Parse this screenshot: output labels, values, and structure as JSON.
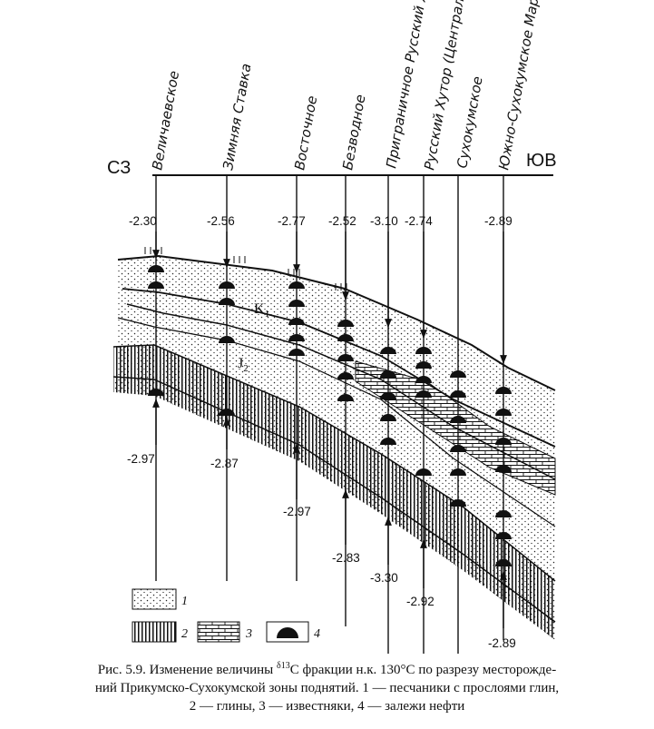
{
  "direction": {
    "left": "СЗ",
    "right": "ЮВ"
  },
  "wells": [
    {
      "name": "Величаевское",
      "upper": "-2.30",
      "lower": "-2.97"
    },
    {
      "name": "Зимняя Ставка",
      "upper": "-2.56",
      "lower": "-2.87"
    },
    {
      "name": "Восточное",
      "upper": "-2.77",
      "lower": "-2.97"
    },
    {
      "name": "Безводное",
      "upper": "-2.52",
      "lower": "-2.83"
    },
    {
      "name": "Приграничное Русский Хутор (Северный)",
      "upper": "-3.10",
      "lower": "-3.30"
    },
    {
      "name": "Русский Хутор (Центральный)",
      "upper": "-2.74",
      "lower": "-2.92"
    },
    {
      "name": "Сухокумское",
      "upper": "",
      "lower": ""
    },
    {
      "name": "Южно-Сухокумское Мартовское",
      "upper": "-2.89",
      "lower": "-2.89"
    }
  ],
  "labels": {
    "k1": "K",
    "k1_sub": "1",
    "j2": "J",
    "j2_sub": "2"
  },
  "legend": [
    {
      "num": "1",
      "icon": "sandstone-pattern"
    },
    {
      "num": "2",
      "icon": "clay-pattern"
    },
    {
      "num": "3",
      "icon": "limestone-pattern"
    },
    {
      "num": "4",
      "icon": "oil-deposit-icon"
    }
  ],
  "caption": {
    "prefix": "Рис. 5.9. Изменение величины ",
    "delta": "δ13",
    "element": "C",
    "rest": "   фракции н.к. 130°С по разрезу месторожде-",
    "line2": "ний Прикумско-Сухокумской зоны поднятий. 1 — песчаники с прослоями глин,",
    "line3": "2 — глины, 3 — известняки, 4 — залежи нефти"
  }
}
